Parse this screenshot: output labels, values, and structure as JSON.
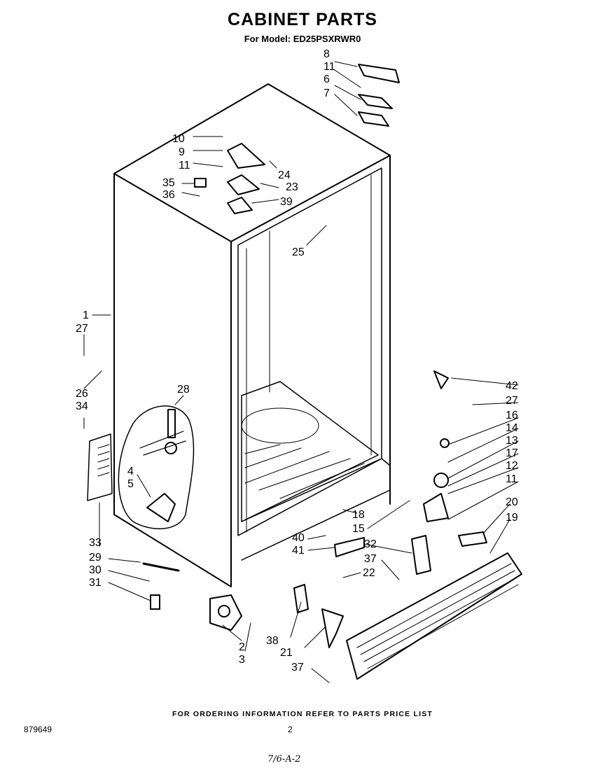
{
  "header": {
    "title": "CABINET PARTS",
    "subtitle": "For Model: ED25PSXRWR0"
  },
  "callouts": [
    "8",
    "11",
    "6",
    "7",
    "10",
    "9",
    "11",
    "24",
    "23",
    "35",
    "36",
    "39",
    "25",
    "1",
    "27",
    "26",
    "34",
    "28",
    "4",
    "5",
    "33",
    "29",
    "30",
    "31",
    "2",
    "3",
    "40",
    "41",
    "22",
    "32",
    "37",
    "38",
    "21",
    "37",
    "18",
    "15",
    "42",
    "27",
    "16",
    "14",
    "13",
    "17",
    "12",
    "11",
    "20",
    "19"
  ],
  "footer": {
    "ordering_note": "FOR ORDERING INFORMATION REFER TO PARTS PRICE LIST",
    "doc_number": "879649",
    "page_number": "2",
    "handwritten_code": "7/6-A-2"
  }
}
